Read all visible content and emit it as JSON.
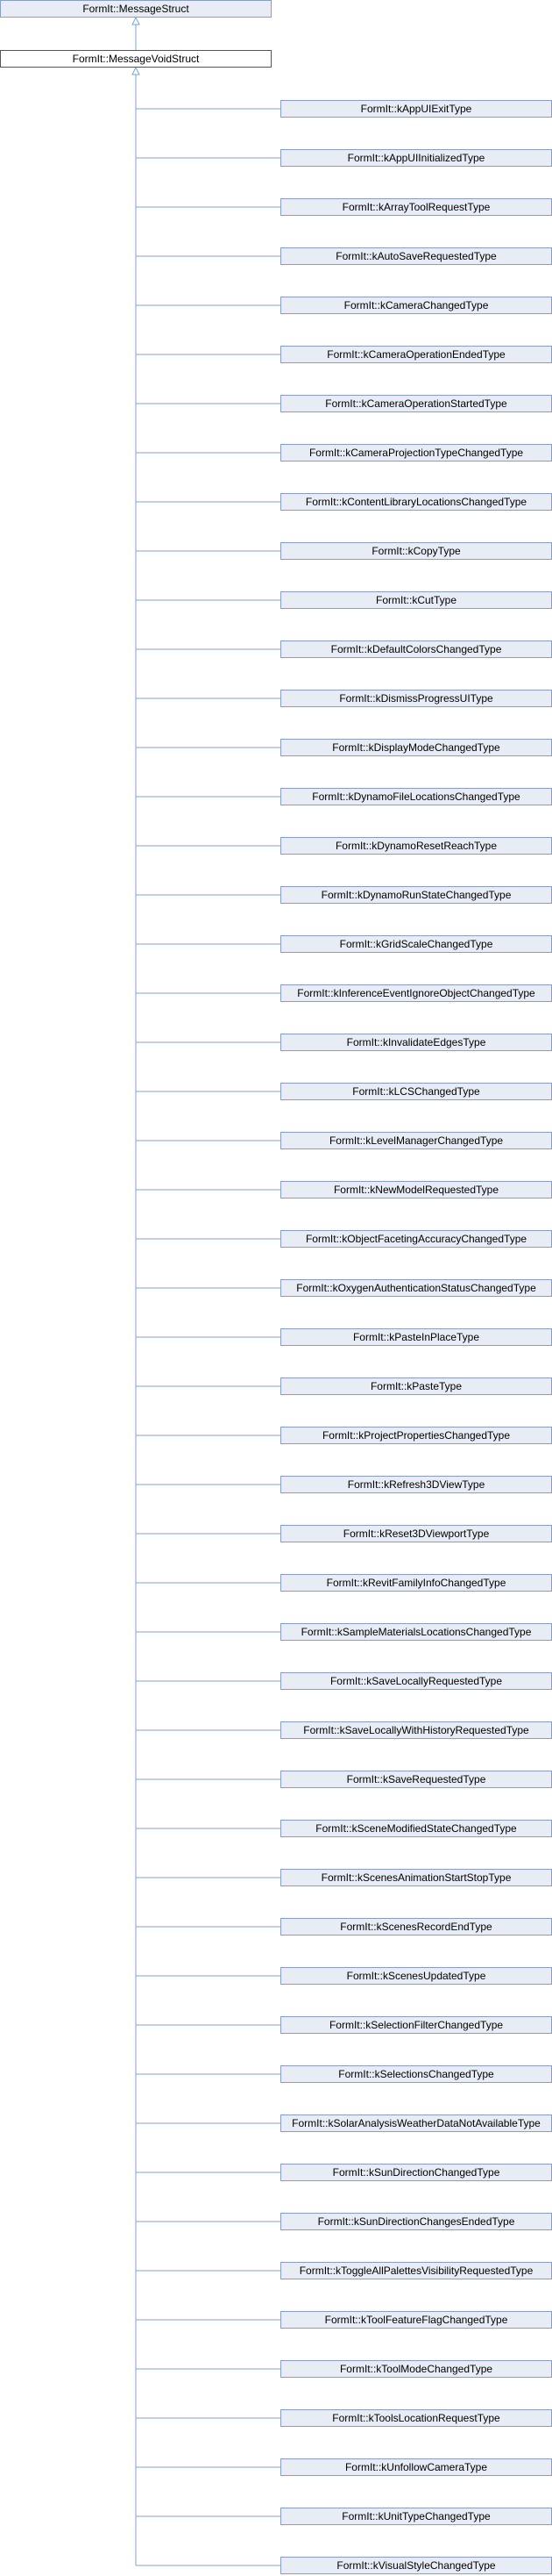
{
  "colors": {
    "edge": "#7da2d6",
    "node_fill": "#e8ecf5",
    "node_border": "#8a9dc6",
    "current_border": "#555555"
  },
  "diagram": {
    "root": {
      "label": "FormIt::MessageStruct"
    },
    "current": {
      "label": "FormIt::MessageVoidStruct"
    },
    "children": [
      "FormIt::kAppUIExitType",
      "FormIt::kAppUIInitializedType",
      "FormIt::kArrayToolRequestType",
      "FormIt::kAutoSaveRequestedType",
      "FormIt::kCameraChangedType",
      "FormIt::kCameraOperationEndedType",
      "FormIt::kCameraOperationStartedType",
      "FormIt::kCameraProjectionTypeChangedType",
      "FormIt::kContentLibraryLocationsChangedType",
      "FormIt::kCopyType",
      "FormIt::kCutType",
      "FormIt::kDefaultColorsChangedType",
      "FormIt::kDismissProgressUIType",
      "FormIt::kDisplayModeChangedType",
      "FormIt::kDynamoFileLocationsChangedType",
      "FormIt::kDynamoResetReachType",
      "FormIt::kDynamoRunStateChangedType",
      "FormIt::kGridScaleChangedType",
      "FormIt::kInferenceEventIgnoreObjectChangedType",
      "FormIt::kInvalidateEdgesType",
      "FormIt::kLCSChangedType",
      "FormIt::kLevelManagerChangedType",
      "FormIt::kNewModelRequestedType",
      "FormIt::kObjectFacetingAccuracyChangedType",
      "FormIt::kOxygenAuthenticationStatusChangedType",
      "FormIt::kPasteInPlaceType",
      "FormIt::kPasteType",
      "FormIt::kProjectPropertiesChangedType",
      "FormIt::kRefresh3DViewType",
      "FormIt::kReset3DViewportType",
      "FormIt::kRevitFamilyInfoChangedType",
      "FormIt::kSampleMaterialsLocationsChangedType",
      "FormIt::kSaveLocallyRequestedType",
      "FormIt::kSaveLocallyWithHistoryRequestedType",
      "FormIt::kSaveRequestedType",
      "FormIt::kSceneModifiedStateChangedType",
      "FormIt::kScenesAnimationStartStopType",
      "FormIt::kScenesRecordEndType",
      "FormIt::kScenesUpdatedType",
      "FormIt::kSelectionFilterChangedType",
      "FormIt::kSelectionsChangedType",
      "FormIt::kSolarAnalysisWeatherDataNotAvailableType",
      "FormIt::kSunDirectionChangedType",
      "FormIt::kSunDirectionChangesEndedType",
      "FormIt::kToggleAllPalettesVisibilityRequestedType",
      "FormIt::kToolFeatureFlagChangedType",
      "FormIt::kToolModeChangedType",
      "FormIt::kToolsLocationRequestType",
      "FormIt::kUnfollowCameraType",
      "FormIt::kUnitTypeChangedType",
      "FormIt::kVisualStyleChangedType"
    ]
  }
}
